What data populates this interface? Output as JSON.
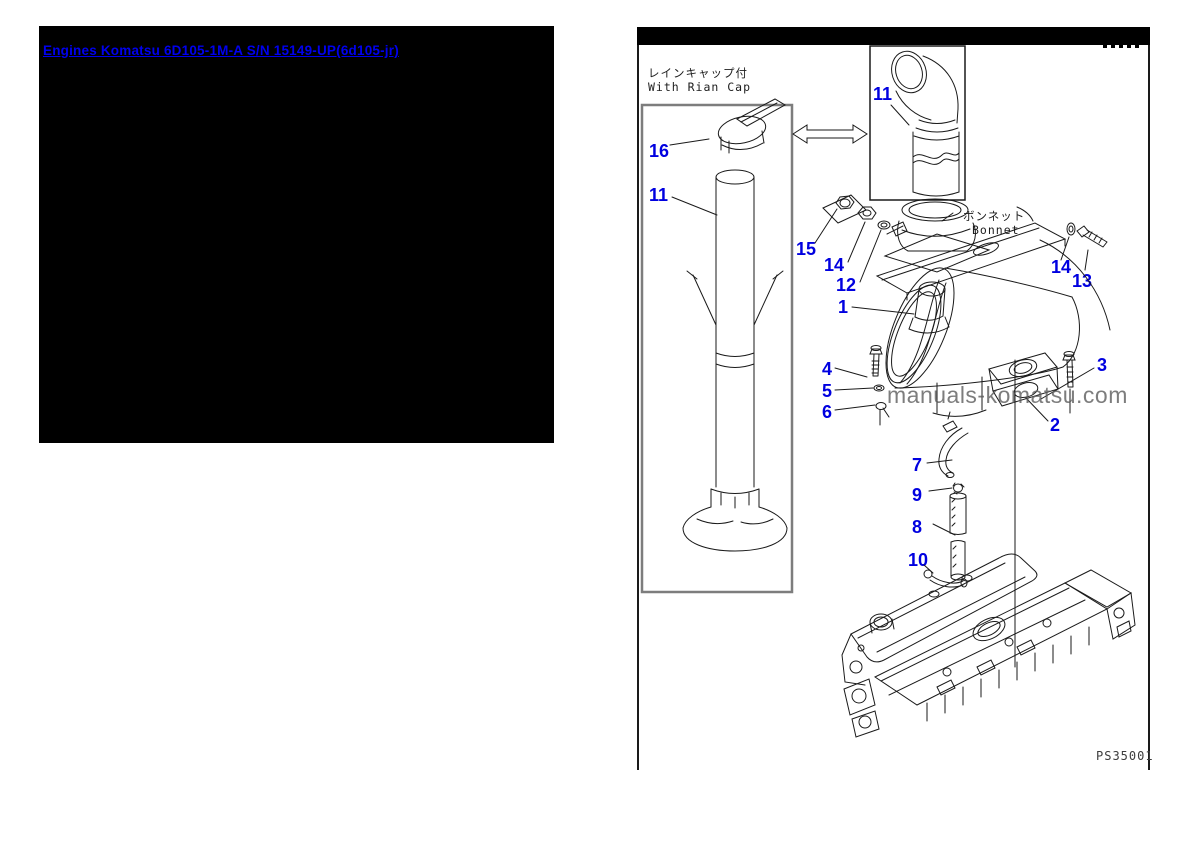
{
  "header_link": {
    "text": "Engines Komatsu 6D105-1M-A S/N 15149-UP(6d105-jr)",
    "color": "#0000ee"
  },
  "diagram": {
    "inset_caption_jp": "レインキャップ付",
    "inset_caption_en": "With Rian Cap",
    "bonnet_jp": "ボンネット",
    "bonnet_en": "Bonnet",
    "watermark": "manuals-komatsu.com",
    "figure_code": "PS35001",
    "callout_color": "#0000e0",
    "callouts": {
      "c16": "16",
      "c11a": "11",
      "c11b": "11",
      "c15": "15",
      "c14a": "14",
      "c12": "12",
      "c1": "1",
      "c14b": "14",
      "c13": "13",
      "c4": "4",
      "c5": "5",
      "c6": "6",
      "c3": "3",
      "c2": "2",
      "c7": "7",
      "c9": "9",
      "c8": "8",
      "c10": "10"
    }
  }
}
